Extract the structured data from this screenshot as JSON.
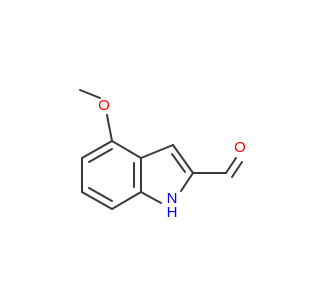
{
  "colors": {
    "bond": "#3a3a3a",
    "oxygen": "#ff0000",
    "nitrogen": "#0000ff",
    "hydrogen_label": "#0000ff",
    "background": "#ffffff"
  },
  "atoms": {
    "methoxy_oxygen": "O",
    "aldehyde_oxygen": "O",
    "indole_nitrogen": "N",
    "indole_hydrogen": "H"
  }
}
